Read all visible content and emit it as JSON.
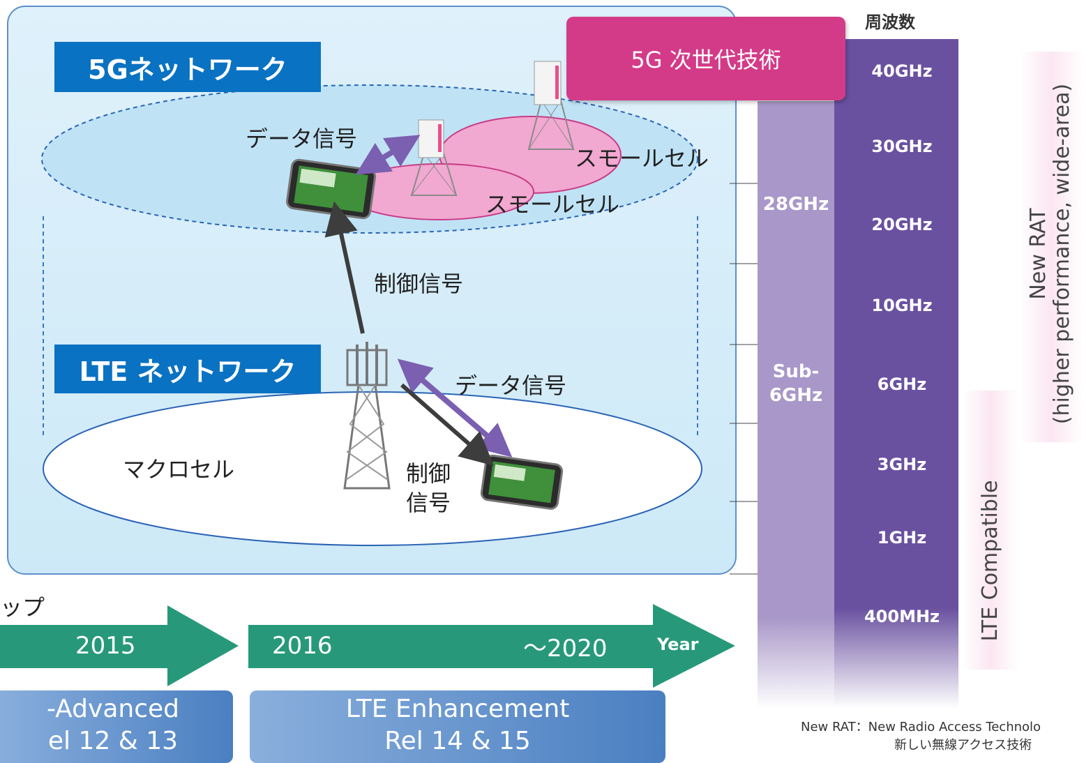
{
  "panel": {
    "network_5g_label": "5Gネットワーク",
    "network_lte_label": "LTE ネットワーク",
    "data_signal_top": "データ信号",
    "small_cell_1": "スモールセル",
    "small_cell_2": "スモールセル",
    "control_signal_mid": "制御信号",
    "data_signal_lte": "データ信号",
    "macro_cell": "マクロセル",
    "control_signal_lte_1": "制御",
    "control_signal_lte_2": "信号"
  },
  "next_gen_tech": "5G 次世代技術",
  "frequency": {
    "header": "周波数",
    "levels": [
      "40GHz",
      "30GHz",
      "20GHz",
      "10GHz",
      "6GHz",
      "3GHz",
      "1GHz",
      "400MHz"
    ],
    "band_28": "28GHz",
    "band_sub6_1": "Sub-",
    "band_sub6_2": "6GHz"
  },
  "side_labels": {
    "new_rat_1": "New RAT",
    "new_rat_2": "(higher performance, wide-area)",
    "lte_compatible": "LTE Compatible"
  },
  "timeline": {
    "roadmap_fragment": "ップ",
    "year_2015": "2015",
    "year_2016": "2016",
    "year_2020": "～2020",
    "year_label": "Year",
    "lte_adv_line1": "-Advanced",
    "lte_adv_line2": "el 12 & 13",
    "lte_enh_line1": "LTE  Enhancement",
    "lte_enh_line2": "Rel 14 & 15"
  },
  "footnote": {
    "line1": "New RAT：New Radio Access Technolo",
    "line2": "新しい無線アクセス技術"
  },
  "colors": {
    "network_label_bg": "#0a72c2",
    "pink_box_bg": "#d33b88",
    "freq_column": "#6a51a0",
    "band_column": "#a897c8",
    "arrow_green": "#27997a",
    "data_arrow_purple": "#7b5fb0"
  }
}
